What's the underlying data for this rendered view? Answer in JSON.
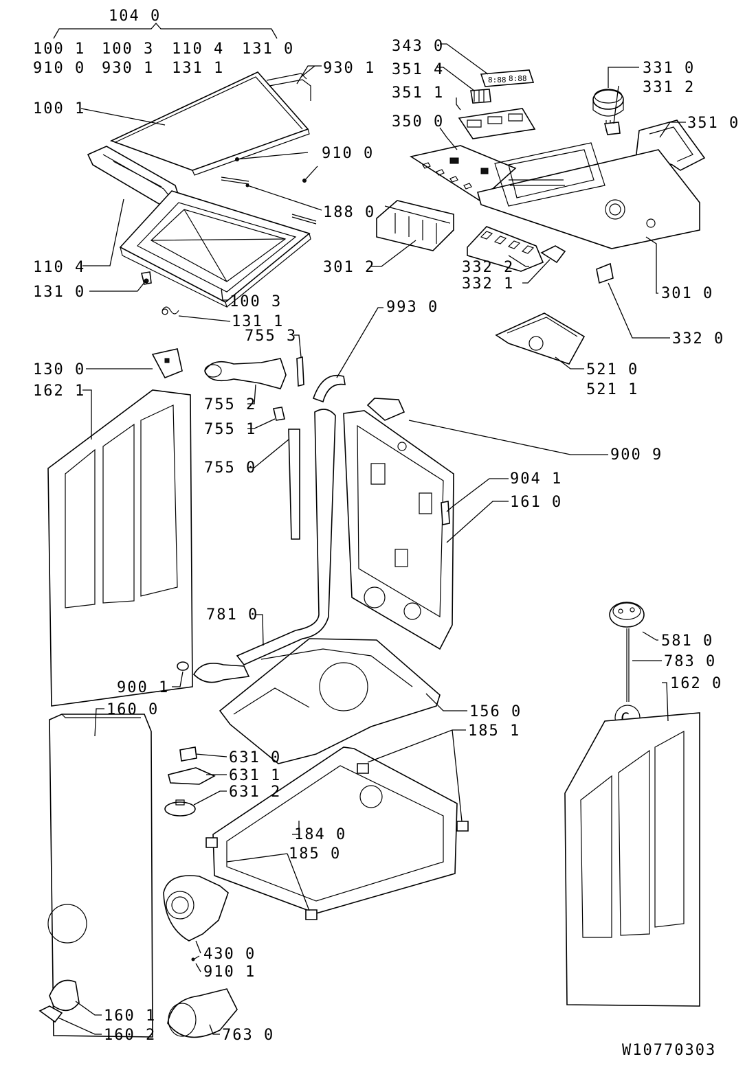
{
  "diagram": {
    "doc_number": "W10770303",
    "group": {
      "code": "104 0",
      "items_row1": [
        "100 1",
        "100 3",
        "110 4",
        "131 0"
      ],
      "items_row2": [
        "910 0",
        "930 1",
        "131 1"
      ]
    },
    "labels": [
      {
        "id": "lbl-930-1",
        "text": "930 1"
      },
      {
        "id": "lbl-100-1",
        "text": "100 1"
      },
      {
        "id": "lbl-910-0",
        "text": "910 0"
      },
      {
        "id": "lbl-188-0",
        "text": "188 0"
      },
      {
        "id": "lbl-110-4",
        "text": "110 4"
      },
      {
        "id": "lbl-131-0",
        "text": "131 0"
      },
      {
        "id": "lbl-100-3",
        "text": "100 3"
      },
      {
        "id": "lbl-131-1",
        "text": "131 1"
      },
      {
        "id": "lbl-343-0",
        "text": "343 0"
      },
      {
        "id": "lbl-351-4",
        "text": "351 4"
      },
      {
        "id": "lbl-351-1",
        "text": "351 1"
      },
      {
        "id": "lbl-350-0",
        "text": "350 0"
      },
      {
        "id": "lbl-331-0",
        "text": "331 0"
      },
      {
        "id": "lbl-331-2",
        "text": "331 2"
      },
      {
        "id": "lbl-351-0",
        "text": "351 0"
      },
      {
        "id": "lbl-301-2",
        "text": "301 2"
      },
      {
        "id": "lbl-332-2",
        "text": "332 2"
      },
      {
        "id": "lbl-332-1",
        "text": "332 1"
      },
      {
        "id": "lbl-301-0",
        "text": "301 0"
      },
      {
        "id": "lbl-993-0",
        "text": "993 0"
      },
      {
        "id": "lbl-332-0",
        "text": "332 0"
      },
      {
        "id": "lbl-755-3",
        "text": "755 3"
      },
      {
        "id": "lbl-130-0",
        "text": "130 0"
      },
      {
        "id": "lbl-162-1",
        "text": "162 1"
      },
      {
        "id": "lbl-755-2",
        "text": "755 2"
      },
      {
        "id": "lbl-521-0",
        "text": "521 0"
      },
      {
        "id": "lbl-521-1",
        "text": "521 1"
      },
      {
        "id": "lbl-755-1",
        "text": "755 1"
      },
      {
        "id": "lbl-755-0",
        "text": "755 0"
      },
      {
        "id": "lbl-900-9",
        "text": "900 9"
      },
      {
        "id": "lbl-904-1",
        "text": "904 1"
      },
      {
        "id": "lbl-161-0",
        "text": "161 0"
      },
      {
        "id": "lbl-781-0",
        "text": "781 0"
      },
      {
        "id": "lbl-581-0",
        "text": "581 0"
      },
      {
        "id": "lbl-783-0",
        "text": "783 0"
      },
      {
        "id": "lbl-162-0",
        "text": "162 0"
      },
      {
        "id": "lbl-900-1",
        "text": "900 1"
      },
      {
        "id": "lbl-160-0",
        "text": "160 0"
      },
      {
        "id": "lbl-156-0",
        "text": "156 0"
      },
      {
        "id": "lbl-185-1",
        "text": "185 1"
      },
      {
        "id": "lbl-631-0",
        "text": "631 0"
      },
      {
        "id": "lbl-631-1",
        "text": "631 1"
      },
      {
        "id": "lbl-631-2",
        "text": "631 2"
      },
      {
        "id": "lbl-184-0",
        "text": "184 0"
      },
      {
        "id": "lbl-185-0",
        "text": "185 0"
      },
      {
        "id": "lbl-430-0",
        "text": "430 0"
      },
      {
        "id": "lbl-910-1",
        "text": "910 1"
      },
      {
        "id": "lbl-160-1",
        "text": "160 1"
      },
      {
        "id": "lbl-160-2",
        "text": "160 2"
      },
      {
        "id": "lbl-763-0",
        "text": "763 0"
      }
    ],
    "chain_symbol": "C"
  }
}
